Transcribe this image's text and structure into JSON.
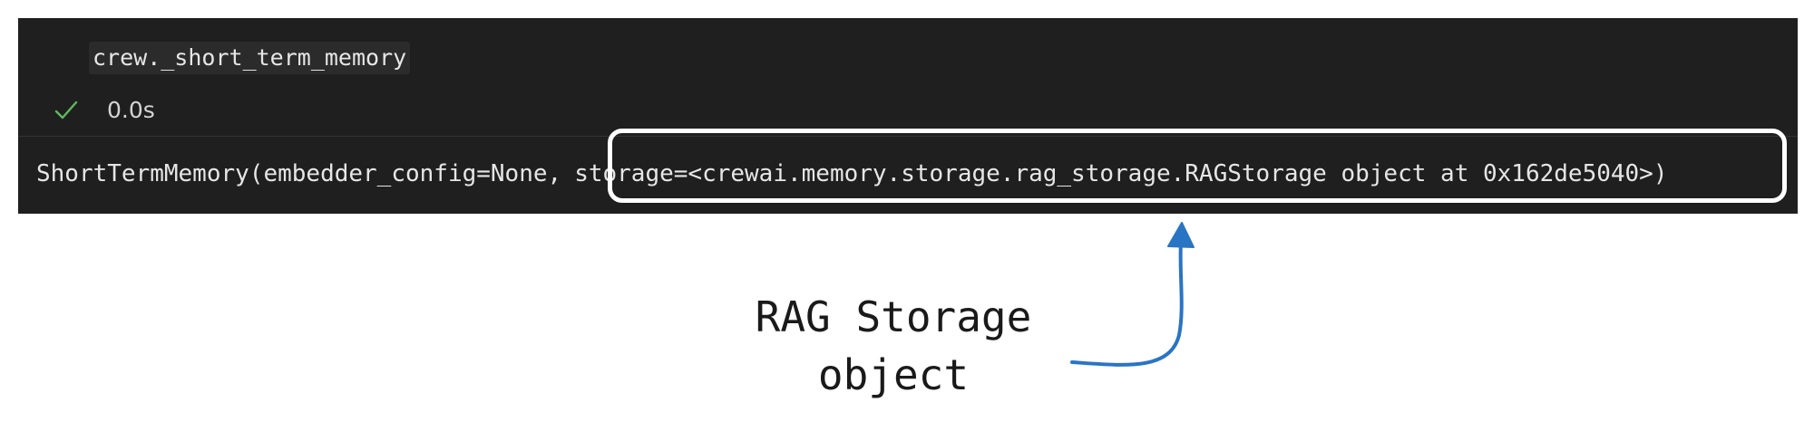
{
  "cell": {
    "code": "crew._short_term_memory",
    "status_icon": "check-icon",
    "exec_time": "0.0s",
    "status_color": "#5fb85f"
  },
  "output": {
    "prefix": "ShortTermMemory(embedder_config=None,",
    "highlighted": "storage=<crewai.memory.storage.rag_storage.RAGStorage object at 0x162de5040>)"
  },
  "annotation": {
    "line1": "RAG Storage",
    "line2": "object",
    "arrow_color": "#2a74c4"
  }
}
